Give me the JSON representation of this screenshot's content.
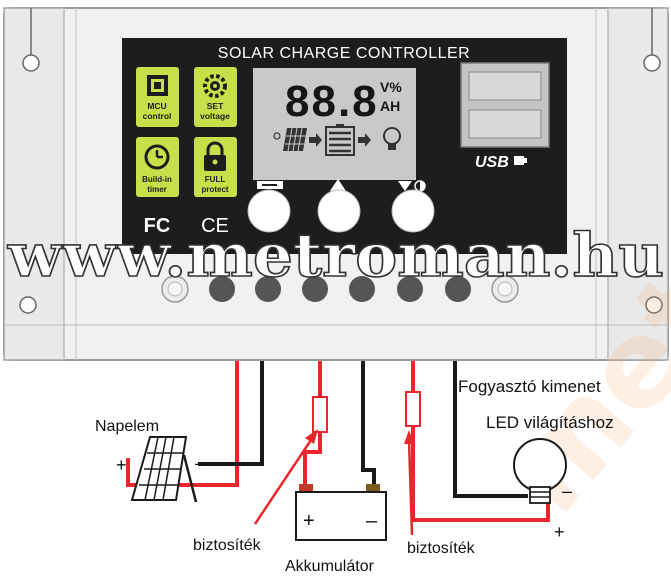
{
  "panel": {
    "title": "SOLAR CHARGE CONTROLLER",
    "lcd_digits": "88.8",
    "lcd_unit_top": "V%",
    "lcd_unit_bottom": "AH",
    "usb_label": "USB",
    "cert_fc": "FC",
    "cert_ce": "CE",
    "feature_buttons": [
      {
        "icon": "chip-icon",
        "line1": "MCU",
        "line2": "control"
      },
      {
        "icon": "gear-icon",
        "line1": "SET",
        "line2": "voltage"
      },
      {
        "icon": "clock-icon",
        "line1": "Build-in",
        "line2": "timer"
      },
      {
        "icon": "lock-icon",
        "line1": "FULL",
        "line2": "protect"
      }
    ]
  },
  "watermark": "www.metroman.hu",
  "labels": {
    "solar_panel": "Napelem",
    "load_output_line1": "Fogyasztó kimenet",
    "load_output_line2": "LED világításhoz",
    "fuse_left": "biztosíték",
    "fuse_right": "biztosíték",
    "battery": "Akkumulátor",
    "plus": "+",
    "minus": "–"
  },
  "colors": {
    "wire_positive": "#e8262b",
    "wire_negative": "#1a1a1a",
    "lcd_bg": "#c9c9c9",
    "feature_green": "#c6e04a",
    "case": "#f1f1f1"
  }
}
